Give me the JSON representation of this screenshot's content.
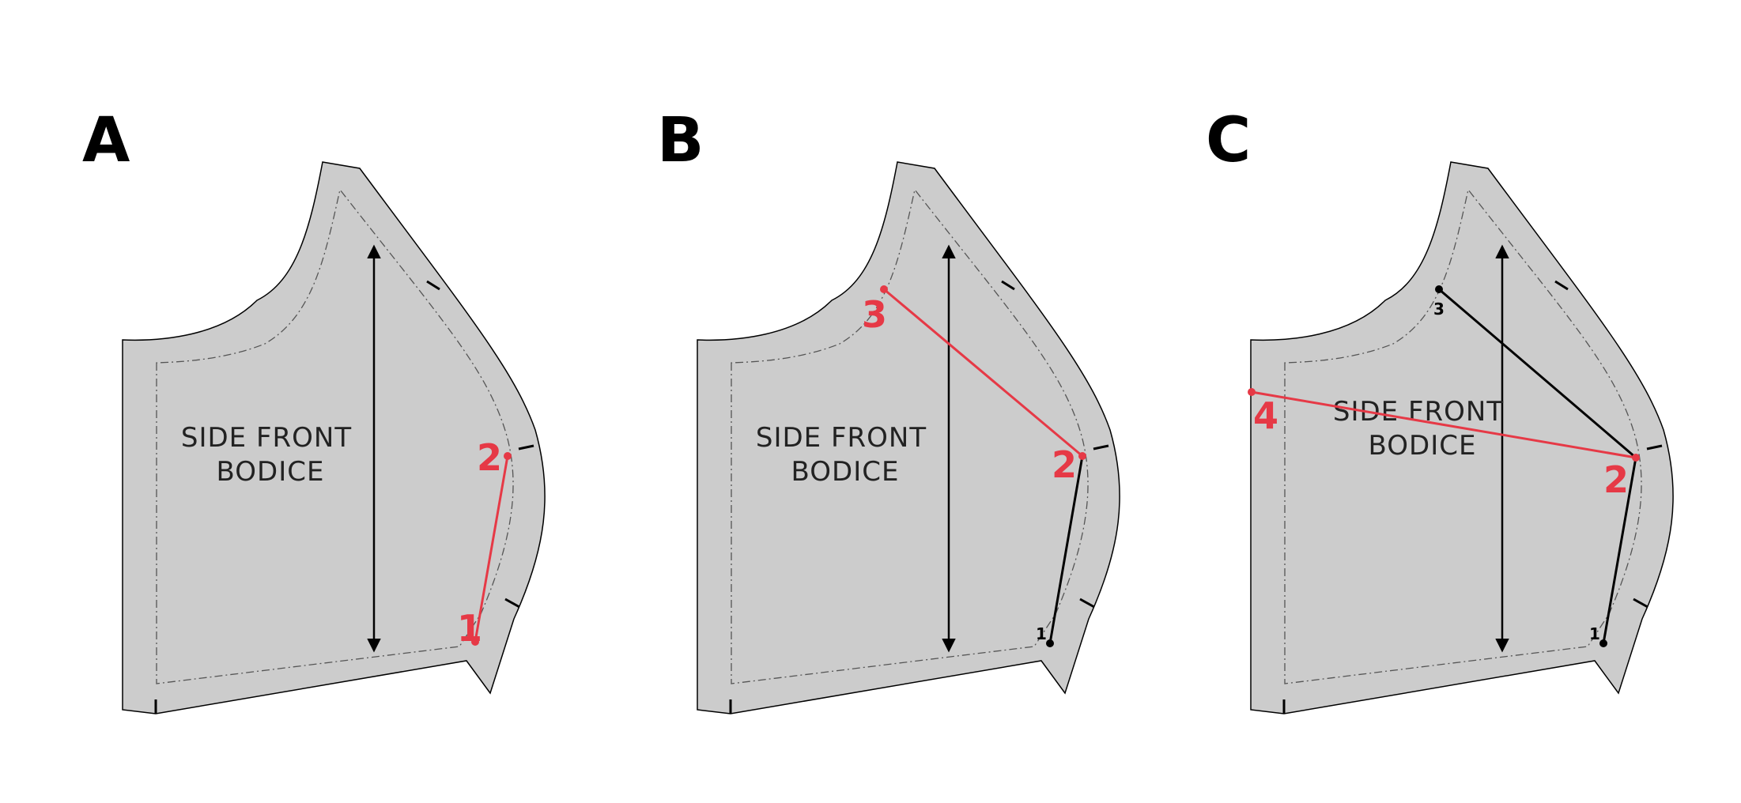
{
  "colors": {
    "background": "#ffffff",
    "piece_fill": "#cccccc",
    "outline": "#000000",
    "seam_line": "#555555",
    "highlight": "#e63946",
    "measured": "#000000"
  },
  "panels": [
    {
      "letter": "A",
      "label_line1": "SIDE FRONT",
      "label_line2": "BODICE",
      "points": [
        {
          "label": "1",
          "role": "highlight"
        },
        {
          "label": "2",
          "role": "highlight"
        }
      ]
    },
    {
      "letter": "B",
      "label_line1": "SIDE FRONT",
      "label_line2": "BODICE",
      "points": [
        {
          "label": "1",
          "role": "measured"
        },
        {
          "label": "2",
          "role": "highlight"
        },
        {
          "label": "3",
          "role": "highlight"
        }
      ]
    },
    {
      "letter": "C",
      "label_line1": "SIDE FRONT",
      "label_line2": "BODICE",
      "points": [
        {
          "label": "1",
          "role": "measured"
        },
        {
          "label": "3",
          "role": "measured"
        },
        {
          "label": "2",
          "role": "highlight"
        },
        {
          "label": "4",
          "role": "highlight"
        }
      ]
    }
  ]
}
